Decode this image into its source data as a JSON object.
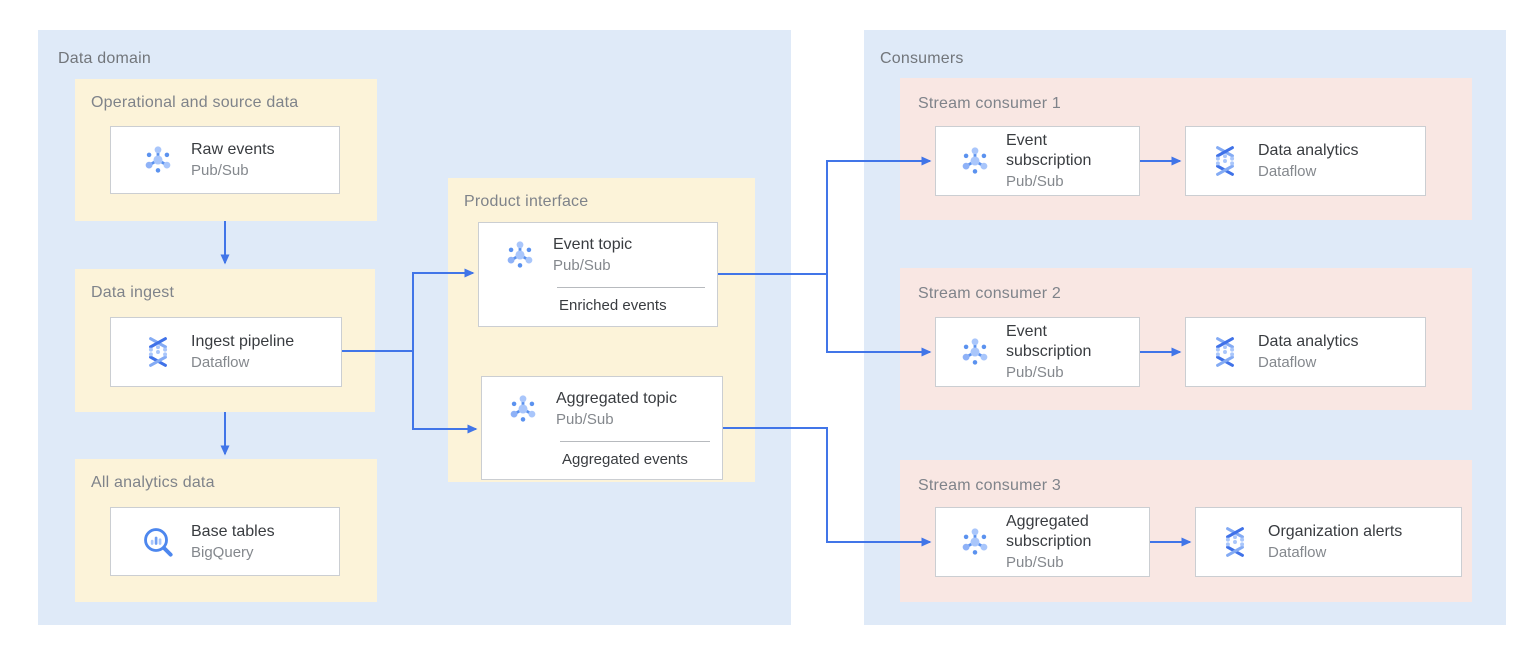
{
  "diagram": {
    "data_domain": {
      "label": "Data domain",
      "groups": {
        "operational": {
          "label": "Operational and source data",
          "card": {
            "title": "Raw events",
            "subtitle": "Pub/Sub",
            "icon": "pubsub-icon"
          }
        },
        "ingest": {
          "label": "Data ingest",
          "card": {
            "title": "Ingest pipeline",
            "subtitle": "Dataflow",
            "icon": "dataflow-icon"
          }
        },
        "analytics": {
          "label": "All analytics data",
          "card": {
            "title": "Base tables",
            "subtitle": "BigQuery",
            "icon": "bigquery-icon"
          }
        },
        "product_interface": {
          "label": "Product interface",
          "cards": {
            "event_topic": {
              "title": "Event topic",
              "subtitle": "Pub/Sub",
              "note": "Enriched events",
              "icon": "pubsub-icon"
            },
            "aggregated_topic": {
              "title": "Aggregated topic",
              "subtitle": "Pub/Sub",
              "note": "Aggregated events",
              "icon": "pubsub-icon"
            }
          }
        }
      }
    },
    "consumers": {
      "label": "Consumers",
      "rows": [
        {
          "label": "Stream consumer 1",
          "source": {
            "title": "Event subscription",
            "subtitle": "Pub/Sub",
            "icon": "pubsub-icon"
          },
          "sink": {
            "title": "Data analytics",
            "subtitle": "Dataflow",
            "icon": "dataflow-icon"
          }
        },
        {
          "label": "Stream consumer 2",
          "source": {
            "title": "Event subscription",
            "subtitle": "Pub/Sub",
            "icon": "pubsub-icon"
          },
          "sink": {
            "title": "Data analytics",
            "subtitle": "Dataflow",
            "icon": "dataflow-icon"
          }
        },
        {
          "label": "Stream consumer 3",
          "source": {
            "title": "Aggregated subscription",
            "subtitle": "Pub/Sub",
            "icon": "pubsub-icon"
          },
          "sink": {
            "title": "Organization alerts",
            "subtitle": "Dataflow",
            "icon": "dataflow-icon"
          }
        }
      ]
    },
    "edges": [
      {
        "from": "operational-and-source-data",
        "to": "data-ingest"
      },
      {
        "from": "data-ingest",
        "to": "all-analytics-data"
      },
      {
        "from": "ingest-pipeline",
        "to": "event-topic"
      },
      {
        "from": "ingest-pipeline",
        "to": "aggregated-topic"
      },
      {
        "from": "event-topic",
        "to": "event-subscription-1"
      },
      {
        "from": "event-topic",
        "to": "event-subscription-2"
      },
      {
        "from": "aggregated-topic",
        "to": "aggregated-subscription-3"
      },
      {
        "from": "event-subscription-1",
        "to": "data-analytics-1"
      },
      {
        "from": "event-subscription-2",
        "to": "data-analytics-2"
      },
      {
        "from": "aggregated-subscription-3",
        "to": "organization-alerts-3"
      }
    ],
    "colors": {
      "zone_bg": "#dfeaf8",
      "group_bg": "#fcf3d9",
      "consumer_bg": "#f9e7e3",
      "arrow": "#4175e8",
      "card_border": "#cbced2",
      "label_gray": "#7f838a",
      "title_dark": "#393c40",
      "subtitle_gray": "#84888d"
    }
  }
}
